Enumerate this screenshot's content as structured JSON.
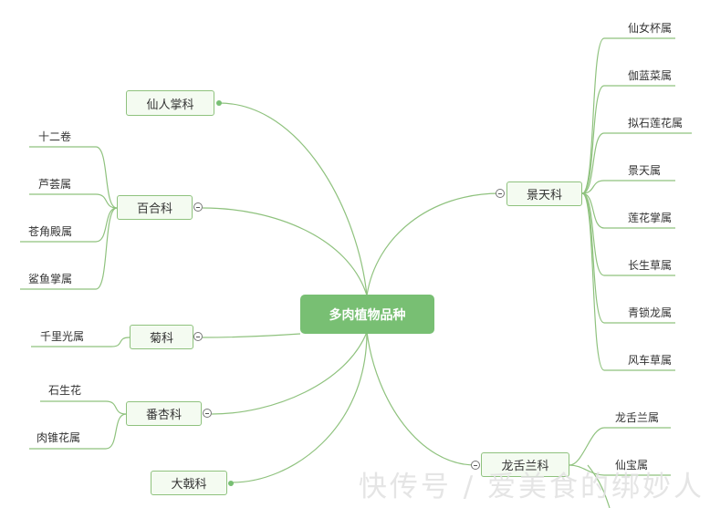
{
  "root": {
    "label": "多肉植物品种"
  },
  "branches": {
    "xianrenzhang": {
      "label": "仙人掌科"
    },
    "baihe": {
      "label": "百合科",
      "leaves": [
        "十二卷",
        "芦荟属",
        "苍角殿属",
        "鲨鱼掌属"
      ]
    },
    "ju": {
      "label": "菊科",
      "leaves": [
        "千里光属"
      ]
    },
    "fanxing": {
      "label": "番杏科",
      "leaves": [
        "石生花",
        "肉锥花属"
      ]
    },
    "daji": {
      "label": "大戟科"
    },
    "jingtian": {
      "label": "景天科",
      "leaves": [
        "仙女杯属",
        "伽蓝菜属",
        "拟石莲花属",
        "景天属",
        "莲花掌属",
        "长生草属",
        "青锁龙属",
        "风车草属"
      ]
    },
    "longshelan": {
      "label": "龙舌兰科",
      "leaves": [
        "龙舌兰属",
        "仙宝属"
      ]
    }
  },
  "watermark": "快传号 / 爱美食的绑妙人",
  "colors": {
    "line": "#8fc27e",
    "root_fill": "#78bf73",
    "node_fill": "#f4fbf1",
    "node_border": "#8fc27e"
  }
}
